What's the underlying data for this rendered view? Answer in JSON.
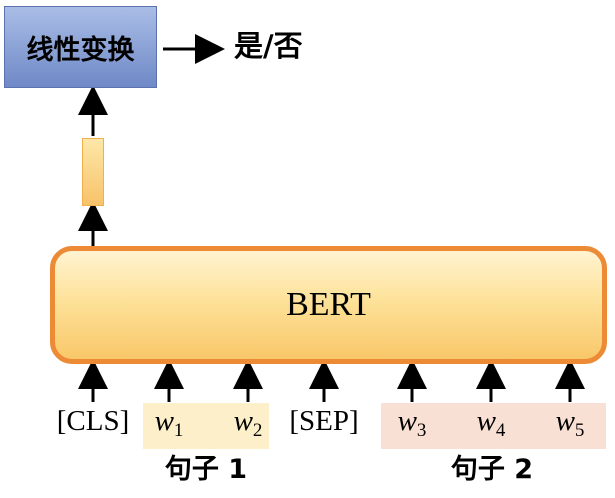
{
  "linear_transform": {
    "label": "线性变换"
  },
  "output": {
    "label": "是/否"
  },
  "bert": {
    "label": "BERT"
  },
  "tokens": [
    {
      "text": "[CLS]",
      "italic": false
    },
    {
      "text": "w",
      "sub": "1",
      "italic": true
    },
    {
      "text": "w",
      "sub": "2",
      "italic": true
    },
    {
      "text": "[SEP]",
      "italic": false
    },
    {
      "text": "w",
      "sub": "3",
      "italic": true
    },
    {
      "text": "w",
      "sub": "4",
      "italic": true
    },
    {
      "text": "w",
      "sub": "5",
      "italic": true
    }
  ],
  "sentences": {
    "sentence1": "句子 1",
    "sentence2": "句子 2"
  },
  "colors": {
    "linear_box": "#8aa0d8",
    "bert_border": "#ec8a35",
    "bert_fill": "#fde29a",
    "sentence1_bg": "#fcefc9",
    "sentence2_bg": "#f9e0d4"
  }
}
